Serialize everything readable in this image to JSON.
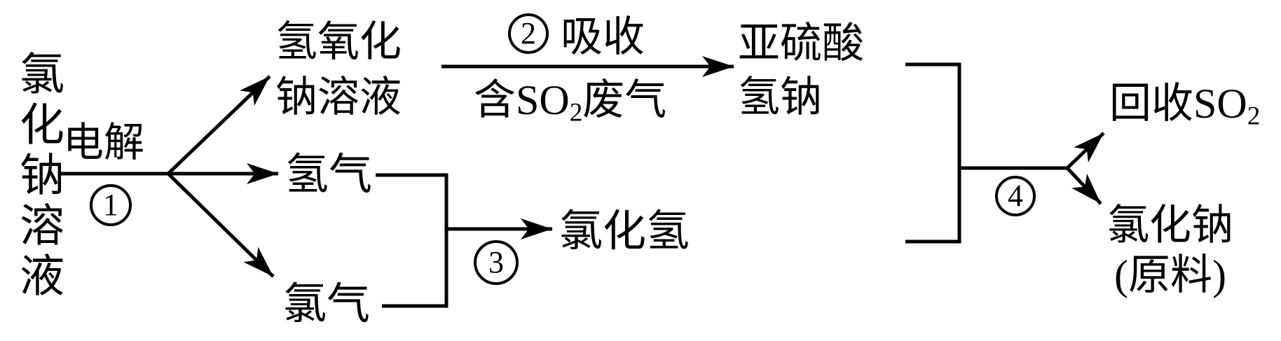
{
  "colors": {
    "background": "#ffffff",
    "ink": "#000000"
  },
  "nodes": {
    "nacl_solution": "氯化钠溶液",
    "naoh_line1": "氢氧化",
    "naoh_line2": "钠溶液",
    "hydrogen": "氢气",
    "chlorine": "氯气",
    "nahso3_line1": "亚硫酸",
    "nahso3_line2": "氢钠",
    "hcl": "氯化氢",
    "so2_recovered": {
      "pre": "回收SO",
      "sub": "2"
    },
    "nacl_raw_line1": "氯化钠",
    "nacl_raw_line2": "(原料)"
  },
  "steps": {
    "electrolysis_label": "电解",
    "step1_num": "1",
    "step2_num": "2",
    "step2_label": "吸收",
    "step2_sub": {
      "pre": "含SO",
      "sub": "2",
      "post": "废气"
    },
    "step3_num": "3",
    "step4_num": "4"
  }
}
